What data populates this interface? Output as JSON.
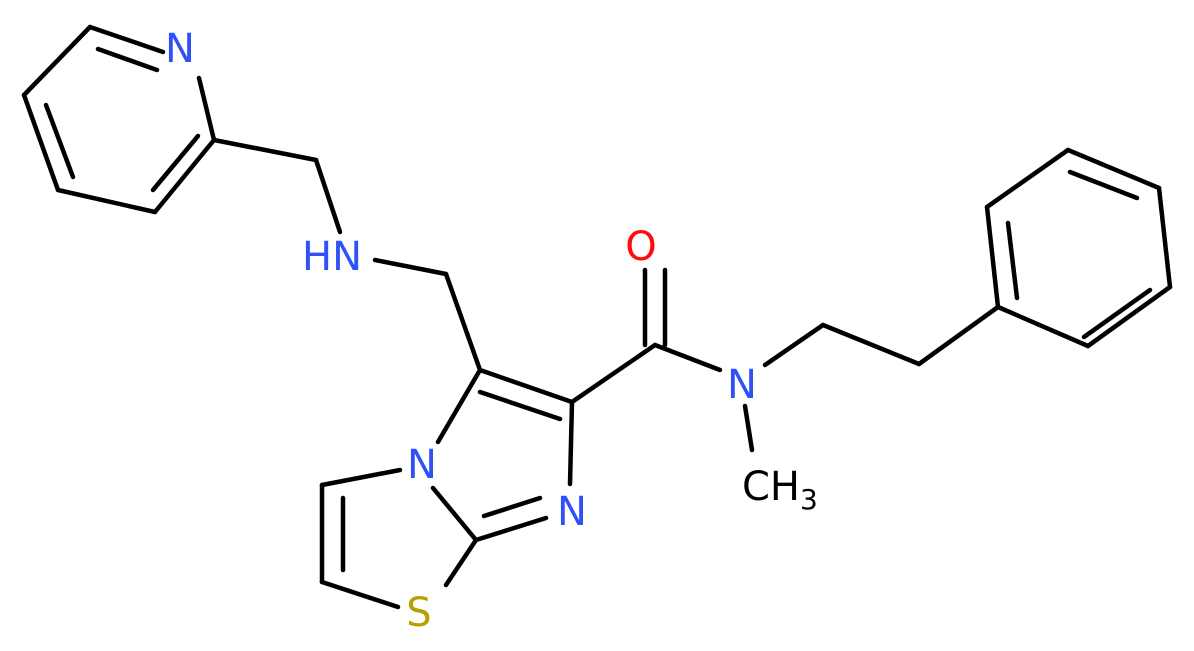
{
  "colors": {
    "carbon_bond": "#000000",
    "nitrogen": "#3050F8",
    "oxygen": "#FF0D0D",
    "sulfur": "#B8A000",
    "carbon_label": "#000000"
  },
  "labels": {
    "pyridine_n": "N",
    "amine_nh": "HN",
    "carbonyl_o": "O",
    "amide_n": "N",
    "methyl_c": "CH",
    "methyl_sub": "3",
    "bridgehead_n": "N",
    "imidazole_n": "N",
    "thiazole_s": "S"
  }
}
